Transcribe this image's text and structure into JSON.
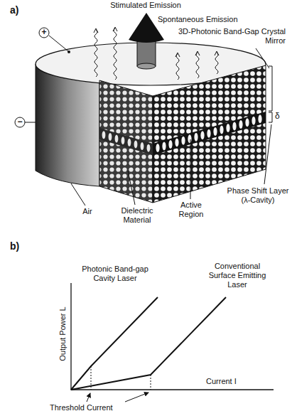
{
  "diagram": {
    "labels": [
      "a)",
      "Stimulated Emission",
      "Spontaneous Emission",
      "3D-Photonic Band-Gap Crystal Mirror",
      "+",
      "−",
      "δ",
      "Phase Shift Layer (λ-Cavity)",
      "Air",
      "Dielectric Material",
      "Active Region",
      "b)",
      "Photonic Band-gap Cavity Laser",
      "Conventional Surface Emitting Laser",
      "Output Power L",
      "Current I",
      "Threshold Current"
    ]
  }
}
